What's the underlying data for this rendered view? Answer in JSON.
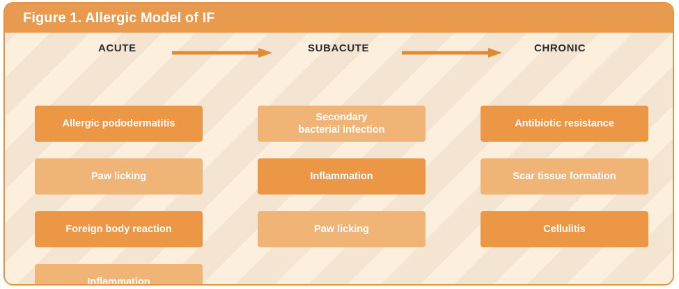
{
  "figure": {
    "title": "Figure 1. Allergic Model of IF",
    "header_color": "#E89A4E",
    "border_color": "#E8923F",
    "body_color": "#FCEFDD",
    "tone_dark_color": "#EB9746",
    "tone_light_color": "#F0B477",
    "arrow_color": "#E08A33"
  },
  "stages": [
    {
      "label": "ACUTE"
    },
    {
      "label": "SUBACUTE"
    },
    {
      "label": "CHRONIC"
    }
  ],
  "arrows": [
    {
      "name": "acute-to-subacute-arrow"
    },
    {
      "name": "subacute-to-chronic-arrow"
    }
  ],
  "columns": [
    {
      "stage": "ACUTE",
      "nodes": [
        {
          "label": "Allergic pododermatitis",
          "lines": [
            "Allergic pododermatitis"
          ],
          "tone": "dark"
        },
        {
          "label": "Paw licking",
          "lines": [
            "Paw licking"
          ],
          "tone": "light"
        },
        {
          "label": "Foreign body reaction",
          "lines": [
            "Foreign body reaction"
          ],
          "tone": "dark"
        },
        {
          "label": "Inflammation",
          "lines": [
            "Inflammation"
          ],
          "tone": "light"
        }
      ]
    },
    {
      "stage": "SUBACUTE",
      "nodes": [
        {
          "label": "Secondary bacterial infection",
          "lines": [
            "Secondary",
            "bacterial infection"
          ],
          "tone": "light"
        },
        {
          "label": "Inflammation",
          "lines": [
            "Inflammation"
          ],
          "tone": "dark"
        },
        {
          "label": "Paw licking",
          "lines": [
            "Paw licking"
          ],
          "tone": "light"
        }
      ]
    },
    {
      "stage": "CHRONIC",
      "nodes": [
        {
          "label": "Antibiotic resistance",
          "lines": [
            "Antibiotic resistance"
          ],
          "tone": "dark"
        },
        {
          "label": "Scar tissue formation",
          "lines": [
            "Scar tissue formation"
          ],
          "tone": "light"
        },
        {
          "label": "Cellulitis",
          "lines": [
            "Cellulitis"
          ],
          "tone": "dark"
        }
      ]
    }
  ]
}
